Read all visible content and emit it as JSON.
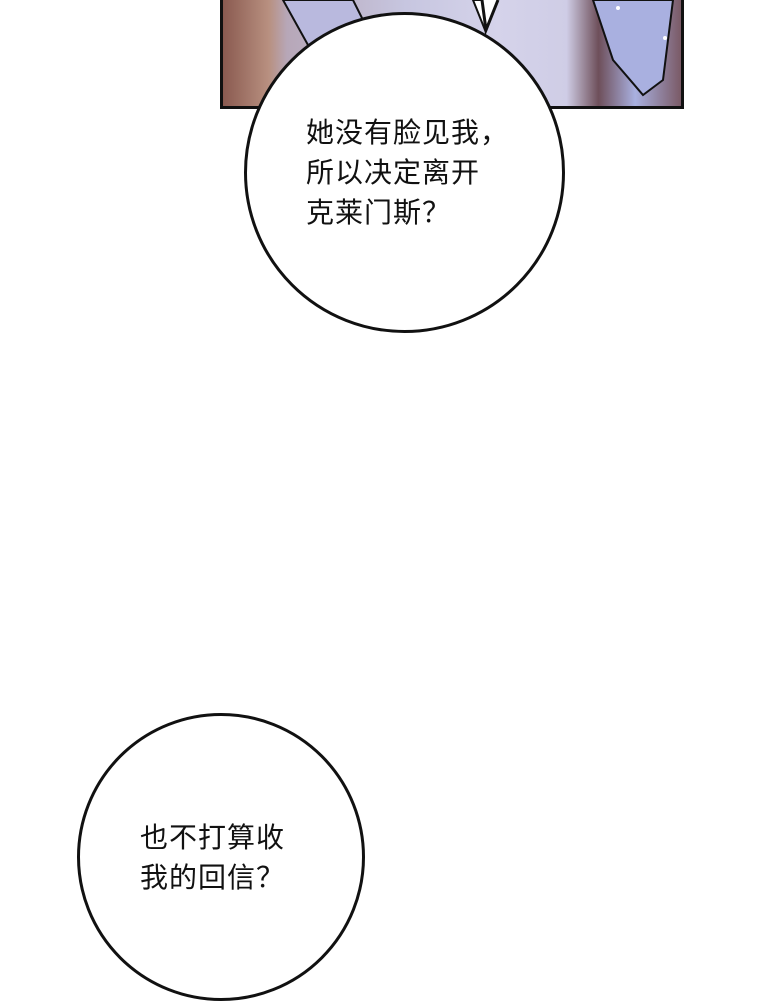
{
  "panel": {
    "colors": {
      "sky": "#cfcde6",
      "wall": "#8a5a50",
      "cloth": "#a9b0e0"
    }
  },
  "bubble_1": {
    "lines": [
      "她没有脸见我，",
      "所以决定离开",
      "克莱门斯？"
    ]
  },
  "bubble_2": {
    "lines": [
      "也不打算收",
      "我的回信？"
    ]
  }
}
